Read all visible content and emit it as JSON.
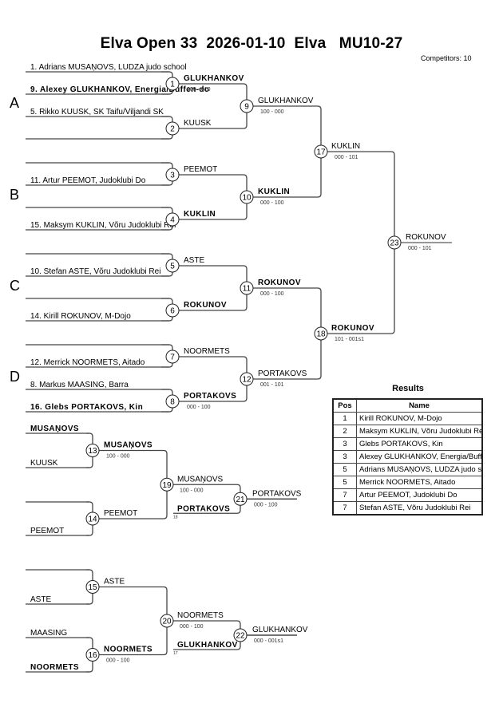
{
  "header": {
    "title": "Elva Open 33  2026-01-10  Elva   MU10-27",
    "competitors": "Competitors: 10"
  },
  "pools": [
    "A",
    "B",
    "C",
    "D"
  ],
  "entries": [
    {
      "text": "1. Adrians MUSAŅOVS, LUDZA judo school",
      "bold": false
    },
    {
      "text": "9. Alexey GLUKHANKOV, Energia/Buffen-do",
      "bold": true
    },
    {
      "text": "5. Rikko KUUSK, SK Taifu/Viljandi SK",
      "bold": false
    },
    {
      "text": "",
      "bold": false
    },
    {
      "text": "",
      "bold": false
    },
    {
      "text": "11. Artur PEEMOT, Judoklubi Do",
      "bold": false
    },
    {
      "text": "",
      "bold": false
    },
    {
      "text": "15. Maksym KUKLIN, Võru Judoklubi Rei",
      "bold": false
    },
    {
      "text": "",
      "bold": false
    },
    {
      "text": "10. Stefan ASTE, Võru Judoklubi Rei",
      "bold": false
    },
    {
      "text": "",
      "bold": false
    },
    {
      "text": "14. Kirill ROKUNOV, M-Dojo",
      "bold": false
    },
    {
      "text": "",
      "bold": false
    },
    {
      "text": "12. Merrick NOORMETS, Aitado",
      "bold": false
    },
    {
      "text": "8. Markus MAASING, Barra",
      "bold": false
    },
    {
      "text": "16. Glebs PORTAKOVS, Kin",
      "bold": true
    }
  ],
  "matches": [
    {
      "num": "1",
      "winner": "GLUKHANKOV",
      "bold": true,
      "score": "000 - 010"
    },
    {
      "num": "2",
      "winner": "KUUSK",
      "bold": false,
      "score": ""
    },
    {
      "num": "3",
      "winner": "PEEMOT",
      "bold": false,
      "score": ""
    },
    {
      "num": "4",
      "winner": "KUKLIN",
      "bold": true,
      "score": ""
    },
    {
      "num": "5",
      "winner": "ASTE",
      "bold": false,
      "score": ""
    },
    {
      "num": "6",
      "winner": "ROKUNOV",
      "bold": true,
      "score": ""
    },
    {
      "num": "7",
      "winner": "NOORMETS",
      "bold": false,
      "score": ""
    },
    {
      "num": "8",
      "winner": "PORTAKOVS",
      "bold": true,
      "score": "000 - 100"
    },
    {
      "num": "9",
      "winner": "GLUKHANKOV",
      "bold": false,
      "score": "100 - 000"
    },
    {
      "num": "10",
      "winner": "KUKLIN",
      "bold": true,
      "score": "000 - 100"
    },
    {
      "num": "11",
      "winner": "ROKUNOV",
      "bold": true,
      "score": "000 - 100"
    },
    {
      "num": "12",
      "winner": "PORTAKOVS",
      "bold": false,
      "score": "001 - 101"
    },
    {
      "num": "17",
      "winner": "KUKLIN",
      "bold": false,
      "score": "000 - 101"
    },
    {
      "num": "18",
      "winner": "ROKUNOV",
      "bold": true,
      "score": "101 - 001s1"
    },
    {
      "num": "23",
      "winner": "ROKUNOV",
      "bold": false,
      "score": "000 - 101"
    }
  ],
  "repechage": {
    "entries": [
      {
        "text": "MUSAŅOVS",
        "bold": true
      },
      {
        "text": "KUUSK",
        "bold": false
      },
      {
        "text": "",
        "bold": false
      },
      {
        "text": "PEEMOT",
        "bold": false
      },
      {
        "text": "",
        "bold": false
      },
      {
        "text": "ASTE",
        "bold": false
      },
      {
        "text": "MAASING",
        "bold": false
      },
      {
        "text": "NOORMETS",
        "bold": true
      }
    ],
    "matches": [
      {
        "num": "13",
        "winner": "MUSAŅOVS",
        "bold": true,
        "score": "100 - 000"
      },
      {
        "num": "14",
        "winner": "PEEMOT",
        "bold": false,
        "score": ""
      },
      {
        "num": "15",
        "winner": "ASTE",
        "bold": false,
        "score": ""
      },
      {
        "num": "16",
        "winner": "NOORMETS",
        "bold": true,
        "score": "000 - 100"
      },
      {
        "num": "19",
        "winner": "MUSAŅOVS",
        "bold": false,
        "score": "100 - 000"
      },
      {
        "num": "20",
        "winner": "NOORMETS",
        "bold": false,
        "score": "000 - 100"
      },
      {
        "num": "21",
        "winner": "PORTAKOVS",
        "bold": false,
        "score": "000 - 100"
      },
      {
        "num": "22",
        "winner": "GLUKHANKOV",
        "bold": false,
        "score": "000 - 001s1"
      }
    ],
    "crossovers": [
      {
        "text": "PORTAKOVS",
        "bold": true,
        "ref": "18"
      },
      {
        "text": "GLUKHANKOV",
        "bold": true,
        "ref": "17"
      }
    ]
  },
  "results": {
    "title": "Results",
    "headers": [
      "Pos",
      "Name"
    ],
    "rows": [
      {
        "pos": "1",
        "name": "Kirill ROKUNOV, M-Dojo"
      },
      {
        "pos": "2",
        "name": "Maksym KUKLIN, Võru Judoklubi Rei"
      },
      {
        "pos": "3",
        "name": "Glebs PORTAKOVS, Kin"
      },
      {
        "pos": "3",
        "name": "Alexey GLUKHANKOV, Energia/Buffen-do"
      },
      {
        "pos": "5",
        "name": "Adrians MUSAŅOVS, LUDZA judo school"
      },
      {
        "pos": "5",
        "name": "Merrick NOORMETS, Aitado"
      },
      {
        "pos": "7",
        "name": "Artur PEEMOT, Judoklubi Do"
      },
      {
        "pos": "7",
        "name": "Stefan ASTE, Võru Judoklubi Rei"
      }
    ]
  }
}
